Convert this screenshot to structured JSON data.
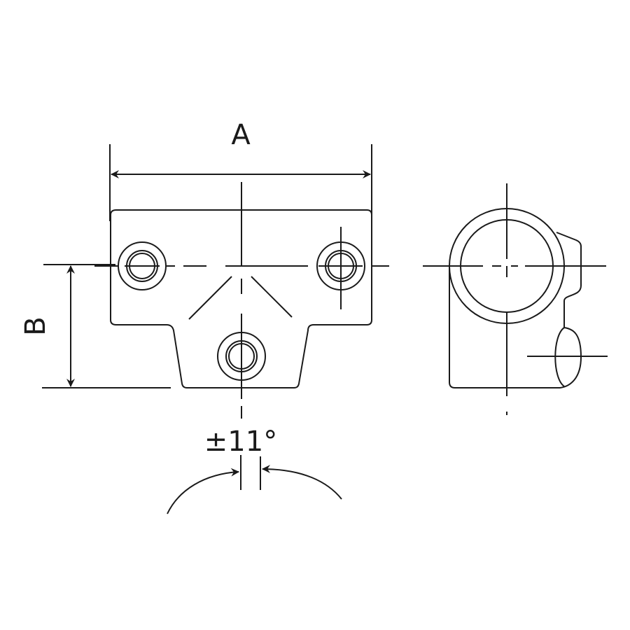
{
  "figure": {
    "labels": {
      "dimension_a": "A",
      "dimension_b": "B",
      "angle_tolerance": "±11°"
    },
    "colors": {
      "ink": "#1a1a1a",
      "background": "#ffffff"
    }
  }
}
